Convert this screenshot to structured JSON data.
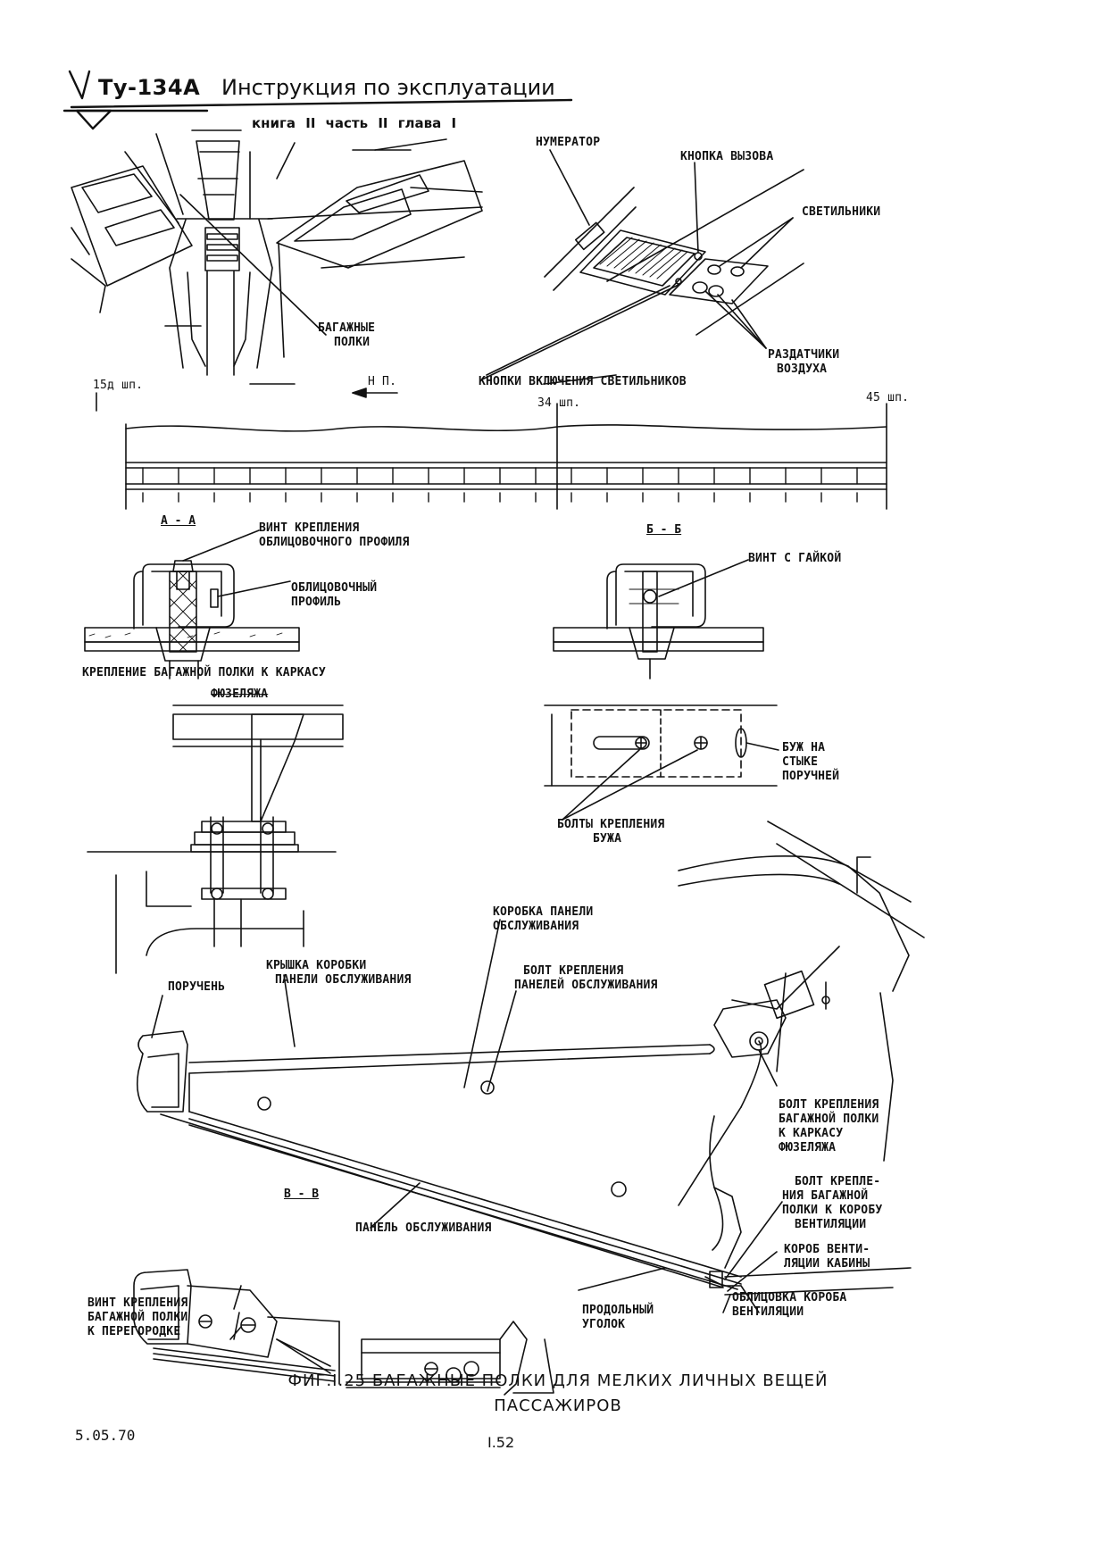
{
  "header": {
    "brand": "Ту-134А",
    "title": "Инструкция по эксплуатации",
    "book": "книга II часть II глава I"
  },
  "labels": {
    "numerator": "НУМЕРАТОР",
    "call_button": "КНОПКА ВЫЗОВА",
    "lamps": "СВЕТИЛЬНИКИ",
    "luggage_shelves": [
      "БАГАЖНЫЕ",
      "ПОЛКИ"
    ],
    "air_dispensers": [
      "РАЗДАТЧИКИ",
      "ВОЗДУХА"
    ],
    "lamp_switch_buttons": "КНОПКИ ВКЛЮЧЕНИЯ СВЕТИЛЬНИКОВ",
    "frame_15": "15д шп.",
    "direction": "Н П.",
    "frame_34": "34 шп.",
    "frame_45": "45 шп.",
    "trim_profile_screw": [
      "ВИНТ КРЕПЛЕНИЯ",
      "ОБЛИЦОВОЧНОГО ПРОФИЛЯ"
    ],
    "trim_profile": [
      "ОБЛИЦОВОЧНЫЙ",
      "ПРОФИЛЬ"
    ],
    "screw_with_nut": "ВИНТ С ГАЙКОЙ",
    "shelf_attachment": "КРЕПЛЕНИЕ БАГАЖНОЙ ПОЛКИ К КАРКАСУ",
    "fuselage": "ФЮЗЕЛЯЖА",
    "handrail_joint": [
      "БУЖ НА",
      "СТЫКЕ",
      "ПОРУЧНЕЙ"
    ],
    "buzh_bolts": [
      "БОЛТЫ КРЕПЛЕНИЯ",
      "БУЖА"
    ],
    "service_panel_box": [
      "КОРОБКА ПАНЕЛИ",
      "ОБСЛУЖИВАНИЯ"
    ],
    "box_cover": [
      "КРЫШКА КОРОБКИ",
      "ПАНЕЛИ ОБСЛУЖИВАНИЯ"
    ],
    "service_panels_bolt": [
      "БОЛТ КРЕПЛЕНИЯ",
      "ПАНЕЛЕЙ ОБСЛУЖИВАНИЯ"
    ],
    "handrail": "ПОРУЧЕНЬ",
    "shelf_to_fuselage_bolt": [
      "БОЛТ КРЕПЛЕНИЯ",
      "БАГАЖНОЙ ПОЛКИ",
      "К КАРКАСУ",
      "ФЮЗЕЛЯЖА"
    ],
    "shelf_to_vent_bolt": [
      "БОЛТ КРЕПЛЕ-",
      "НИЯ БАГАЖНОЙ",
      "ПОЛКИ К КОРОБУ",
      "ВЕНТИЛЯЦИИ"
    ],
    "cabin_vent_box": [
      "КОРОБ ВЕНТИ-",
      "ЛЯЦИИ КАБИНЫ"
    ],
    "service_panel": "ПАНЕЛЬ ОБСЛУЖИВАНИЯ",
    "vent_box_trim": [
      "ОБЛИЦОВКА КОРОБА",
      "ВЕНТИЛЯЦИИ"
    ],
    "longitudinal_angle": [
      "ПРОДОЛЬНЫЙ",
      "УГОЛОК"
    ],
    "partition_screw": [
      "ВИНТ КРЕПЛЕНИЯ",
      "БАГАЖНОЙ ПОЛКИ",
      "К ПЕРЕГОРОДКЕ"
    ]
  },
  "sections": {
    "a": "А - А",
    "b": "Б - Б",
    "v": "В - В"
  },
  "caption": {
    "line1": "ФИГ.I.25 БАГАЖНЫЕ ПОЛКИ ДЛЯ МЕЛКИХ ЛИЧНЫХ ВЕЩЕЙ",
    "line2": "ПАССАЖИРОВ"
  },
  "footer": {
    "date": "5.05.70",
    "page": "I.52"
  }
}
